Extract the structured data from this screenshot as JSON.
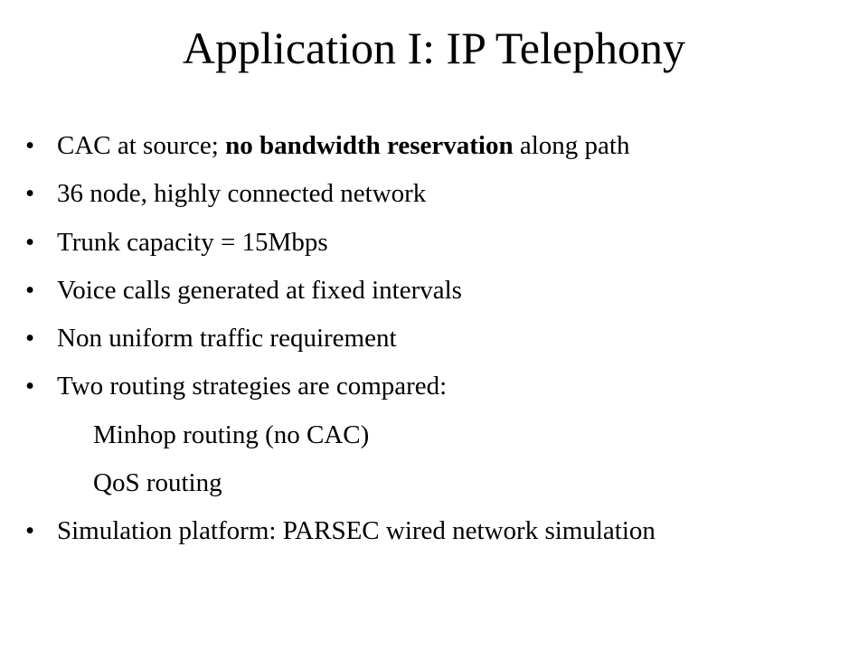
{
  "slide": {
    "title": "Application I: IP Telephony",
    "bullet_glyph": "•",
    "items": [
      {
        "pre": "CAC at source; ",
        "bold": "no bandwidth reservation",
        "post": " along path"
      },
      {
        "text": "36 node, highly connected network"
      },
      {
        "text": "Trunk capacity = 15Mbps"
      },
      {
        "text": "Voice calls generated at fixed intervals"
      },
      {
        "text": "Non uniform traffic requirement"
      },
      {
        "text": "Two routing strategies are compared:"
      },
      {
        "text": "Minhop routing (no CAC)"
      },
      {
        "text": "QoS routing"
      },
      {
        "text": "Simulation platform:  PARSEC wired network simulation"
      }
    ]
  }
}
